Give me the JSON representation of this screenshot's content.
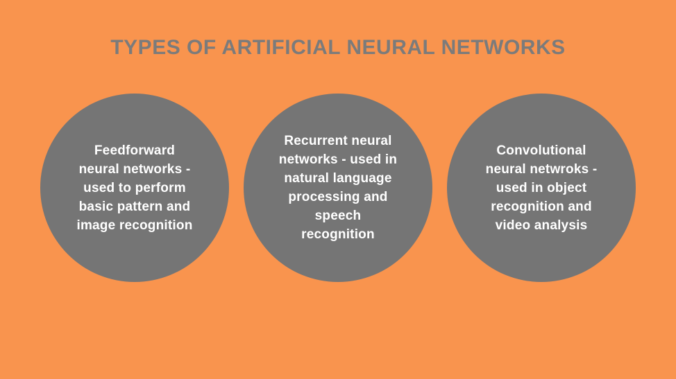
{
  "title": {
    "text": "TYPES OF ARTIFICIAL NEURAL NETWORKS"
  },
  "colors": {
    "background": "#F9944E",
    "circle": "#757575",
    "title": "#7B7B7B",
    "circle_text": "#FFFFFF"
  },
  "circles": [
    {
      "name": "feedforward",
      "lines": [
        "Feedforward",
        "neural networks -",
        "used to perform",
        "basic pattern and",
        "image recognition"
      ]
    },
    {
      "name": "recurrent",
      "lines": [
        "Recurrent neural",
        "networks - used in",
        "natural language",
        "processing and",
        "speech",
        "recognition"
      ]
    },
    {
      "name": "convolutional",
      "lines": [
        "Convolutional",
        "neural netwroks -",
        "used in object",
        "recognition and",
        "video analysis"
      ]
    }
  ]
}
